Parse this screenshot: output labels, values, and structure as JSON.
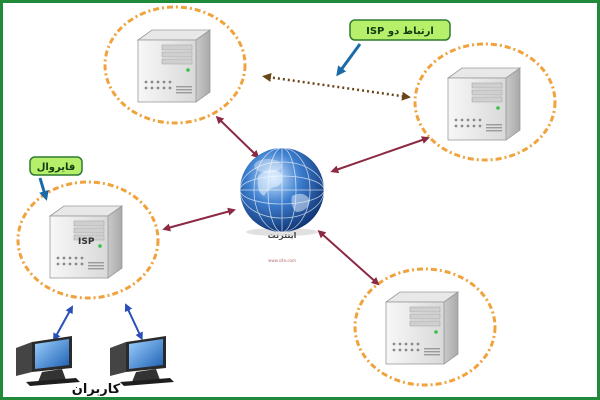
{
  "labels": {
    "isp_link": "ارتباط دو ISP",
    "firewall": "فايروال",
    "internet": "اينترنت",
    "users": "کاربران",
    "isp_server": "ISP",
    "internet_sub": "www.site.com"
  },
  "colors": {
    "frame": "#1f8a3a",
    "dashed_ring": "#f0a23c",
    "arrow": "#8c2a44",
    "isp_arrow": "#7a5522",
    "callout_fill": "#b6f06a",
    "callout_border": "#2f7a2f",
    "pointer": "#1b6aa8"
  },
  "icons": {
    "server": "server-tower-icon",
    "globe": "globe-icon",
    "monitor": "desktop-monitor-icon"
  }
}
